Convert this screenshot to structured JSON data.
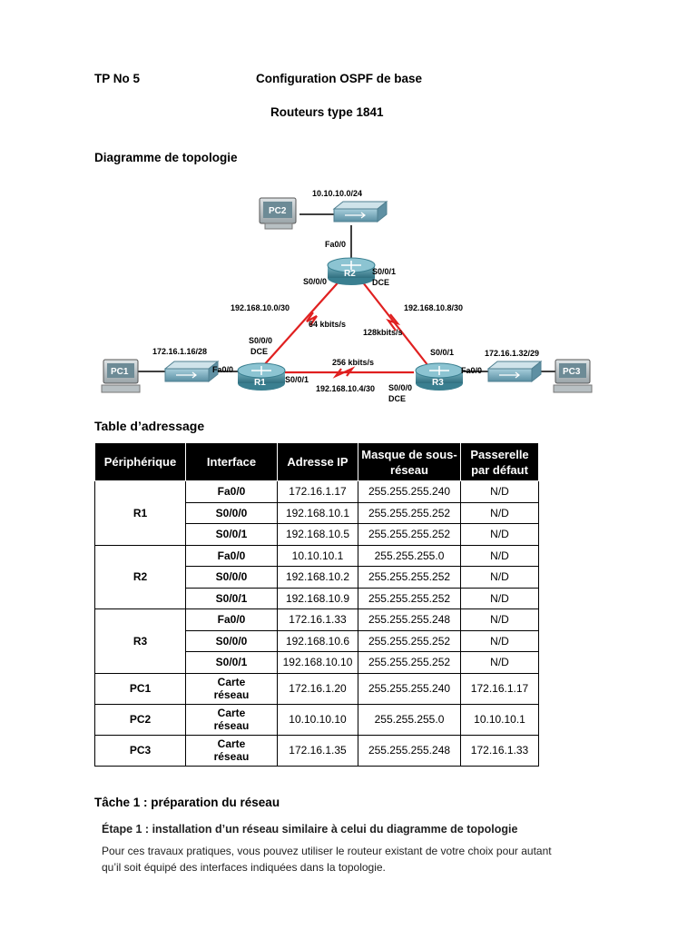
{
  "header": {
    "tp": "TP No  5",
    "title": "Configuration OSPF de base",
    "subtitle": "Routeurs type 1841"
  },
  "topology": {
    "heading": "Diagramme de topologie",
    "devices": {
      "pc1": "PC1",
      "pc2": "PC2",
      "pc3": "PC3",
      "r1": "R1",
      "r2": "R2",
      "r3": "R3"
    },
    "labels": {
      "lan2": "10.10.10.0/24",
      "fa0_r2": "Fa0/0",
      "s000_r2": "S0/0/0",
      "s001_r2": "S0/0/1",
      "dce_r2": "DCE",
      "link_r1r2": "192.168.10.0/30",
      "speed_r1r2": "64 kbits/s",
      "link_r2r3": "192.168.10.8/30",
      "speed_r2r3": "128kbits/s",
      "lan1": "172.16.1.16/28",
      "s000_r1": "S0/0/0",
      "dce_r1": "DCE",
      "fa0_r1": "Fa0/0",
      "s001_r1": "S0/0/1",
      "speed_r1r3": "256 kbits/s",
      "link_r1r3": "192.168.10.4/30",
      "s001_r3": "S0/0/1",
      "lan3": "172.16.1.32/29",
      "fa0_r3": "Fa0/0",
      "s000_r3": "S0/0/0",
      "dce_r3": "DCE"
    },
    "colors": {
      "serial_link": "#e02020",
      "router": "#2f7f8f",
      "switch": "#6fa4b8"
    }
  },
  "table": {
    "heading": "Table d’adressage",
    "headers": [
      "Périphérique",
      "Interface",
      "Adresse IP",
      "Masque de sous-réseau",
      "Passerelle par défaut"
    ],
    "groups": [
      {
        "device": "R1",
        "rows": [
          [
            "Fa0/0",
            "172.16.1.17",
            "255.255.255.240",
            "N/D"
          ],
          [
            "S0/0/0",
            "192.168.10.1",
            "255.255.255.252",
            "N/D"
          ],
          [
            "S0/0/1",
            "192.168.10.5",
            "255.255.255.252",
            "N/D"
          ]
        ]
      },
      {
        "device": "R2",
        "rows": [
          [
            "Fa0/0",
            "10.10.10.1",
            "255.255.255.0",
            "N/D"
          ],
          [
            "S0/0/0",
            "192.168.10.2",
            "255.255.255.252",
            "N/D"
          ],
          [
            "S0/0/1",
            "192.168.10.9",
            "255.255.255.252",
            "N/D"
          ]
        ]
      },
      {
        "device": "R3",
        "rows": [
          [
            "Fa0/0",
            "172.16.1.33",
            "255.255.255.248",
            "N/D"
          ],
          [
            "S0/0/0",
            "192.168.10.6",
            "255.255.255.252",
            "N/D"
          ],
          [
            "S0/0/1",
            "192.168.10.10",
            "255.255.255.252",
            "N/D"
          ]
        ]
      },
      {
        "device": "PC1",
        "rows": [
          [
            "Carte réseau",
            "172.16.1.20",
            "255.255.255.240",
            "172.16.1.17"
          ]
        ]
      },
      {
        "device": "PC2",
        "rows": [
          [
            "Carte réseau",
            "10.10.10.10",
            "255.255.255.0",
            "10.10.10.1"
          ]
        ]
      },
      {
        "device": "PC3",
        "rows": [
          [
            "Carte réseau",
            "172.16.1.35",
            "255.255.255.248",
            "172.16.1.33"
          ]
        ]
      }
    ]
  },
  "task": {
    "title": "Tâche 1 : préparation du réseau",
    "step_title": "Étape 1 : installation d’un réseau similaire à celui du diagramme de topologie",
    "body": "Pour ces travaux pratiques, vous pouvez utiliser le routeur existant de votre choix pour autant qu’il soit équipé des interfaces indiquées dans la topologie."
  }
}
